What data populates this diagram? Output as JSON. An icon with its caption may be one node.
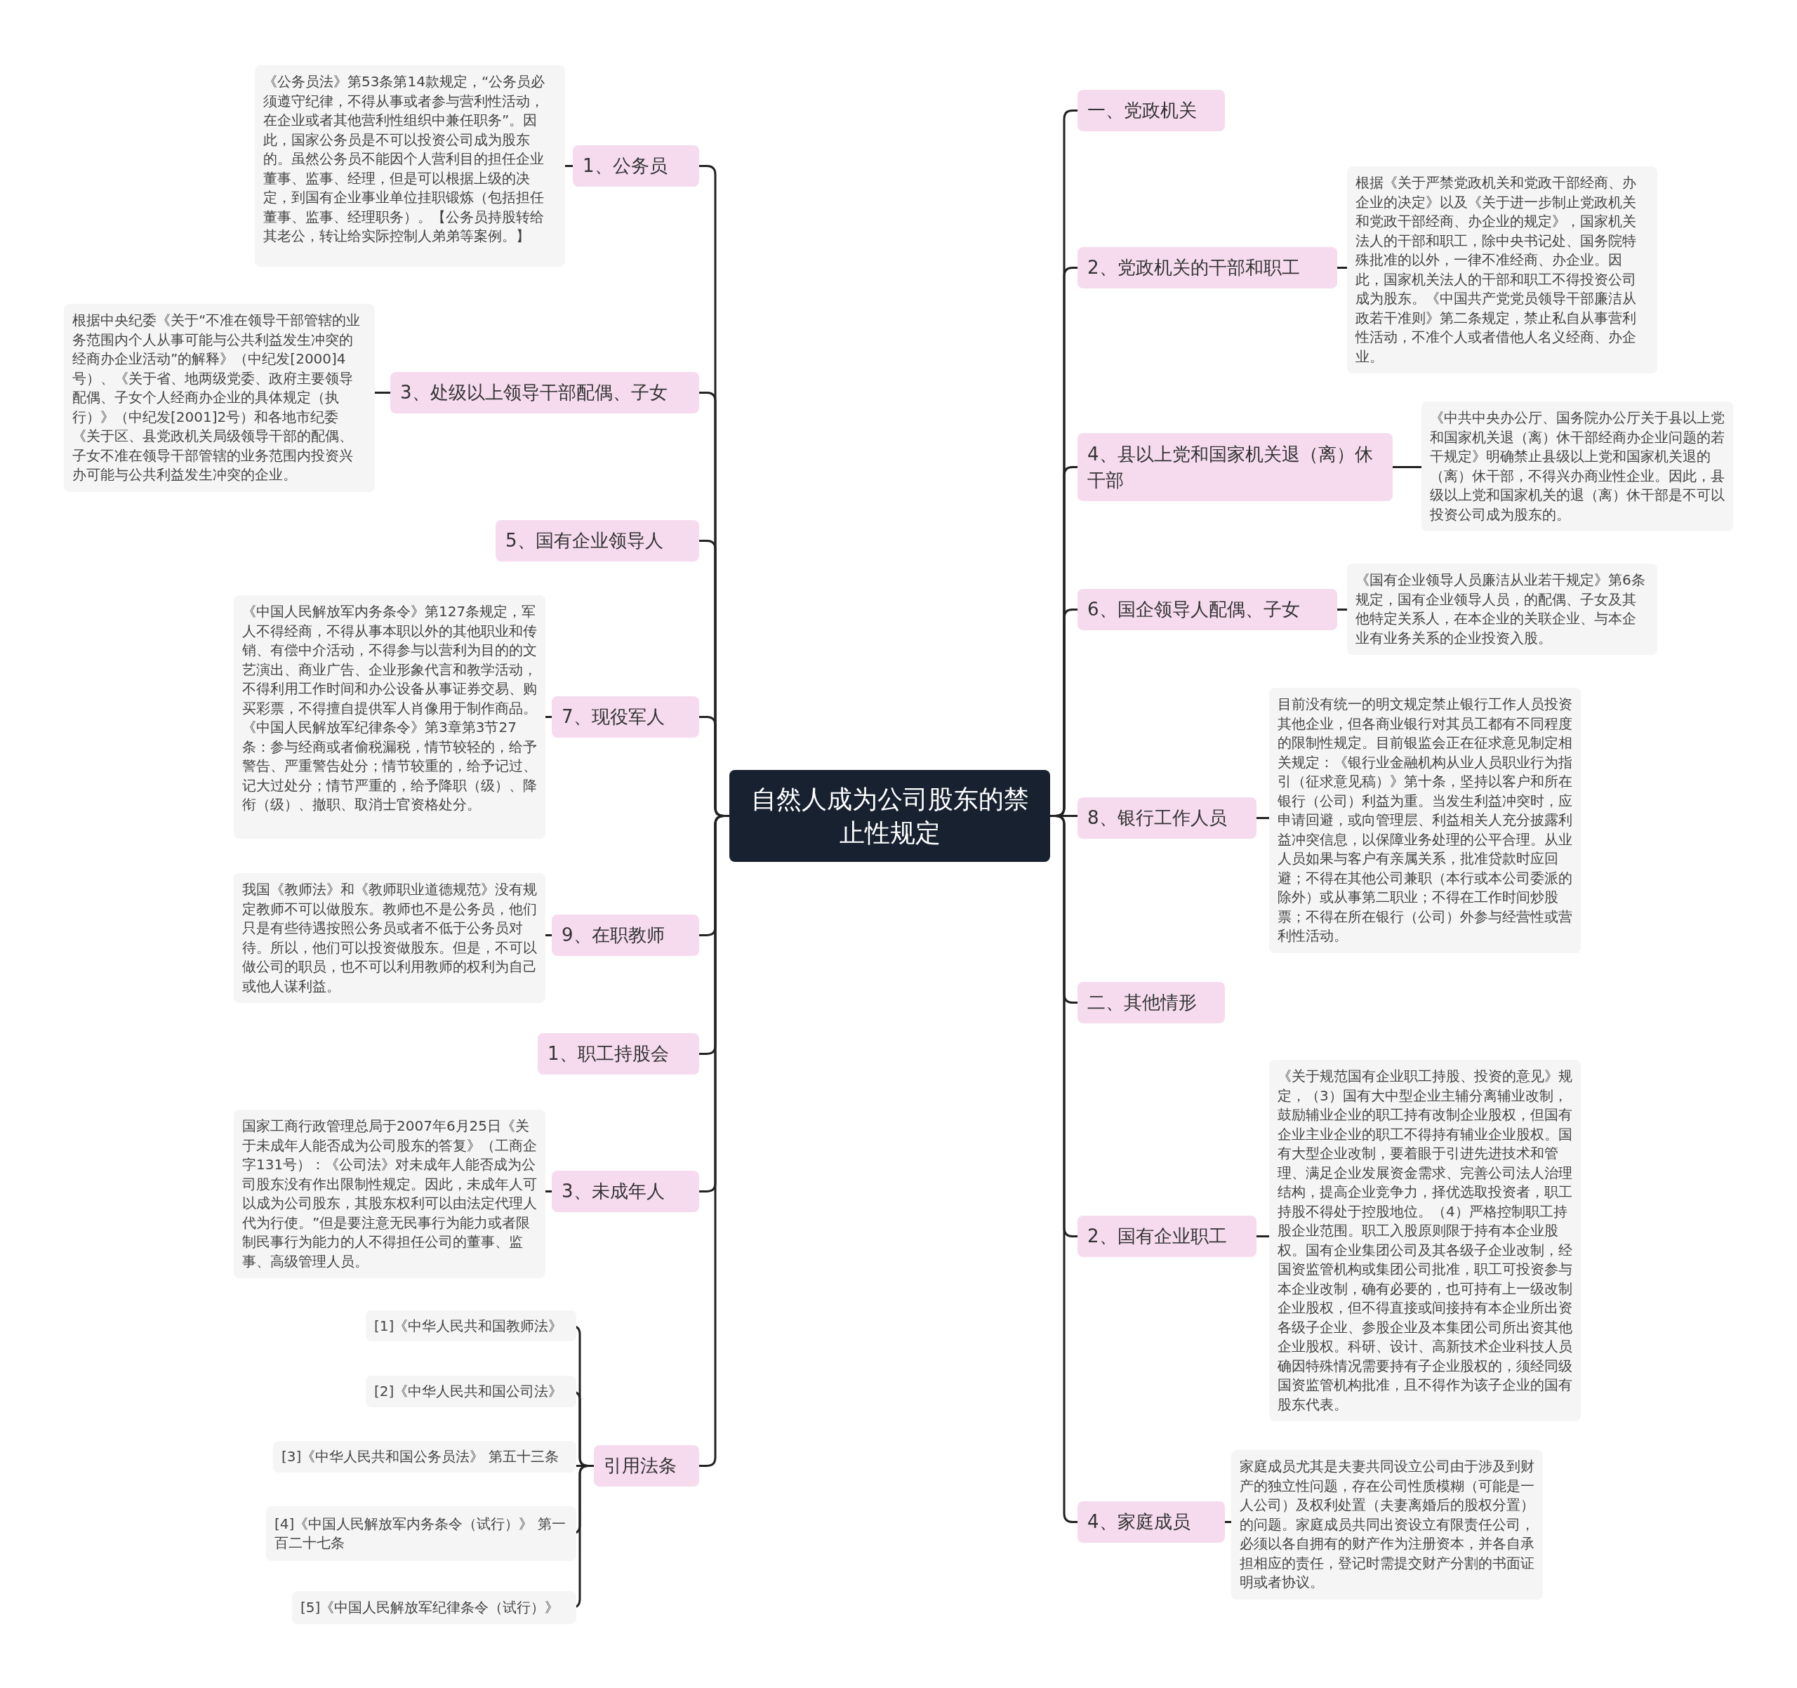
{
  "diagram": {
    "nodes": [
      {
        "text": [
          "自然人成为公司股东的禁止性规定"
        ]
      },
      {
        "text": [
          "1、公务员"
        ]
      },
      {
        "text": [
          "《公务员法》第53条第14款规定，“公务员必须遵守纪律，不得从事或者参与营利性活动，在企业或者其他营利性组织中兼任职务”。因此，国家公务员是不可以投资公司成为股东的。虽然公务员不能因个人营利目的担任企业董事、监事、经理，但是可以根据上级的决定，到国有企业事业单位挂职锻炼（包括担任董事、监事、经理职务）。【公务员持股转给其老公，转让给实际控制人弟弟等案例。】"
        ]
      },
      {
        "text": [
          "3、处级以上领导干部配偶、子女"
        ]
      },
      {
        "text": [
          "根据中央纪委《关于“不准在领导干部管辖的业务范围内个人从事可能与公共利益发生冲突的经商办企业活动”的解释》（中纪发[2000]4号）、《关于省、地两级党委、政府主要领导配偶、子女个人经商办企业的具体规定（执行）》（中纪发[2001]2号）和各地市纪委《关于区、县党政机关局级领导干部的配偶、子女不准在领导干部管辖的业务范围内投资兴办可能与公共利益发生冲突的企业。"
        ]
      },
      {
        "text": [
          "5、国有企业领导人"
        ]
      },
      {
        "text": [
          "7、现役军人"
        ]
      },
      {
        "text": [
          "《中国人民解放军内务条令》第127条规定，军人不得经商，不得从事本职以外的其他职业和传销、有偿中介活动，不得参与以营利为目的的文艺演出、商业广告、企业形象代言和教学活动，不得利用工作时间和办公设备从事证券交易、购买彩票，不得擅自提供军人肖像用于制作商品。《中国人民解放军纪律条令》第3章第3节27条：参与经商或者偷税漏税，情节较轻的，给予警告、严重警告处分；情节较重的，给予记过、记大过处分；情节严重的，给予降职（级）、降衔（级）、撤职、取消士官资格处分。"
        ]
      },
      {
        "text": [
          "9、在职教师"
        ]
      },
      {
        "text": [
          "我国《教师法》和《教师职业道德规范》没有规定教师不可以做股东。教师也不是公务员，他们只是有些待遇按照公务员或者不低于公务员对待。所以，他们可以投资做股东。但是，不可以做公司的职员，也不可以利用教师的权利为自己或他人谋利益。"
        ]
      },
      {
        "text": [
          "1、职工持股会"
        ]
      },
      {
        "text": [
          "3、未成年人"
        ]
      },
      {
        "text": [
          "国家工商行政管理总局于2007年6月25日《关于未成年人能否成为公司股东的答复》（工商企字131号）：《公司法》对未成年人能否成为公司股东没有作出限制性规定。因此，未成年人可以成为公司股东，其股东权利可以由法定代理人代为行使。”但是要注意无民事行为能力或者限制民事行为能力的人不得担任公司的董事、监事、高级管理人员。"
        ]
      },
      {
        "text": [
          "引用法条"
        ]
      },
      {
        "text": [
          "[1]《中华人民共和国教师法》"
        ]
      },
      {
        "text": [
          "[2]《中华人民共和国公司法》"
        ]
      },
      {
        "text": [
          "[3]《中华人民共和国公务员法》 第五十三条"
        ]
      },
      {
        "text": [
          "[4]《中国人民解放军内务条令（试行）》 第一百二十七条"
        ]
      },
      {
        "text": [
          "[5]《中国人民解放军纪律条令（试行）》"
        ]
      },
      {
        "text": [
          "一、党政机关"
        ]
      },
      {
        "text": [
          "2、党政机关的干部和职工"
        ]
      },
      {
        "text": [
          "根据《关于严禁党政机关和党政干部经商、办企业的决定》以及《关于进一步制止党政机关和党政干部经商、办企业的规定》，国家机关法人的干部和职工，除中央书记处、国务院特殊批准的以外，一律不准经商、办企业。因此，国家机关法人的干部和职工不得投资公司成为股东。《中国共产党党员领导干部廉洁从政若干准则》第二条规定，禁止私自从事营利性活动，不准个人或者借他人名义经商、办企业。"
        ]
      },
      {
        "text": [
          "4、县以上党和国家机关退（离）休干部"
        ]
      },
      {
        "text": [
          "《中共中央办公厅、国务院办公厅关于县以上党和国家机关退（离）休干部经商办企业问题的若干规定》明确禁止县级以上党和国家机关退的（离）休干部，不得兴办商业性企业。因此，县级以上党和国家机关的退（离）休干部是不可以投资公司成为股东的。"
        ]
      },
      {
        "text": [
          "6、国企领导人配偶、子女"
        ]
      },
      {
        "text": [
          "《国有企业领导人员廉洁从业若干规定》第6条规定，国有企业领导人员，的配偶、子女及其他特定关系人，在本企业的关联企业、与本企业有业务关系的企业投资入股。"
        ]
      },
      {
        "text": [
          "8、银行工作人员"
        ]
      },
      {
        "text": [
          "目前没有统一的明文规定禁止银行工作人员投资其他企业，但各商业银行对其员工都有不同程度的限制性规定。目前银监会正在征求意见制定相关规定：《银行业金融机构从业人员职业行为指引（征求意见稿）》第十条，坚持以客户和所在银行（公司）利益为重。当发生利益冲突时，应申请回避，或向管理层、利益相关人充分披露利益冲突信息，以保障业务处理的公平合理。从业人员如果与客户有亲属关系，批准贷款时应回避；不得在其他公司兼职（本行或本公司委派的除外）或从事第二职业；不得在工作时间炒股票；不得在所在银行（公司）外参与经营性或营利性活动。"
        ]
      },
      {
        "text": [
          "二、其他情形"
        ]
      },
      {
        "text": [
          "2、国有企业职工"
        ]
      },
      {
        "text": [
          "《关于规范国有企业职工持股、投资的意见》规定，（3）国有大中型企业主辅分离辅业改制，鼓励辅业企业的职工持有改制企业股权，但国有企业主业企业的职工不得持有辅业企业股权。国有大型企业改制，要着眼于引进先进技术和管理、满足企业发展资金需求、完善公司法人治理结构，提高企业竞争力，择优选取投资者，职工持股不得处于控股地位。（4）严格控制职工持股企业范围。职工入股原则限于持有本企业股权。国有企业集团公司及其各级子企业改制，经国资监管机构或集团公司批准，职工可投资参与本企业改制，确有必要的，也可持有上一级改制企业股权，但不得直接或间接持有本企业所出资各级子企业、参股企业及本集团公司所出资其他企业股权。科研、设计、高新技术企业科技人员确因特殊情况需要持有子企业股权的，须经同级国资监管机构批准，且不得作为该子企业的国有股东代表。"
        ]
      },
      {
        "text": [
          "4、家庭成员"
        ]
      },
      {
        "text": [
          "家庭成员尤其是夫妻共同设立公司由于涉及到财产的独立性问题，存在公司性质模糊（可能是一人公司）及权利处置（夫妻离婚后的股权分置）的问题。家庭成员共同出资设立有限责任公司，必须以各自拥有的财产作为注册资本，并各自承担相应的责任，登记时需提交财产分割的书面证明或者协议。"
        ]
      }
    ],
    "edges": [
      {
        "from": 0,
        "to": 1,
        "arrow": "none"
      },
      {
        "from": 1,
        "to": 2,
        "arrow": "none"
      },
      {
        "from": 0,
        "to": 3,
        "arrow": "none"
      },
      {
        "from": 3,
        "to": 4,
        "arrow": "none"
      },
      {
        "from": 0,
        "to": 5,
        "arrow": "none"
      },
      {
        "from": 0,
        "to": 6,
        "arrow": "none"
      },
      {
        "from": 6,
        "to": 7,
        "arrow": "none"
      },
      {
        "from": 0,
        "to": 8,
        "arrow": "none"
      },
      {
        "from": 8,
        "to": 9,
        "arrow": "none"
      },
      {
        "from": 0,
        "to": 10,
        "arrow": "none"
      },
      {
        "from": 0,
        "to": 11,
        "arrow": "none"
      },
      {
        "from": 11,
        "to": 12,
        "arrow": "none"
      },
      {
        "from": 0,
        "to": 13,
        "arrow": "none"
      },
      {
        "from": 13,
        "to": 14,
        "arrow": "none"
      },
      {
        "from": 13,
        "to": 15,
        "arrow": "none"
      },
      {
        "from": 13,
        "to": 16,
        "arrow": "none"
      },
      {
        "from": 13,
        "to": 17,
        "arrow": "none"
      },
      {
        "from": 13,
        "to": 18,
        "arrow": "none"
      },
      {
        "from": 0,
        "to": 19,
        "arrow": "none"
      },
      {
        "from": 0,
        "to": 20,
        "arrow": "none"
      },
      {
        "from": 20,
        "to": 21,
        "arrow": "none"
      },
      {
        "from": 0,
        "to": 22,
        "arrow": "none"
      },
      {
        "from": 22,
        "to": 23,
        "arrow": "none"
      },
      {
        "from": 0,
        "to": 24,
        "arrow": "none"
      },
      {
        "from": 24,
        "to": 25,
        "arrow": "none"
      },
      {
        "from": 0,
        "to": 26,
        "arrow": "none"
      },
      {
        "from": 26,
        "to": 27,
        "arrow": "none"
      },
      {
        "from": 0,
        "to": 28,
        "arrow": "none"
      },
      {
        "from": 0,
        "to": 29,
        "arrow": "none"
      },
      {
        "from": 29,
        "to": 30,
        "arrow": "none"
      },
      {
        "from": 0,
        "to": 31,
        "arrow": "none"
      },
      {
        "from": 31,
        "to": 32,
        "arrow": "none"
      }
    ]
  }
}
